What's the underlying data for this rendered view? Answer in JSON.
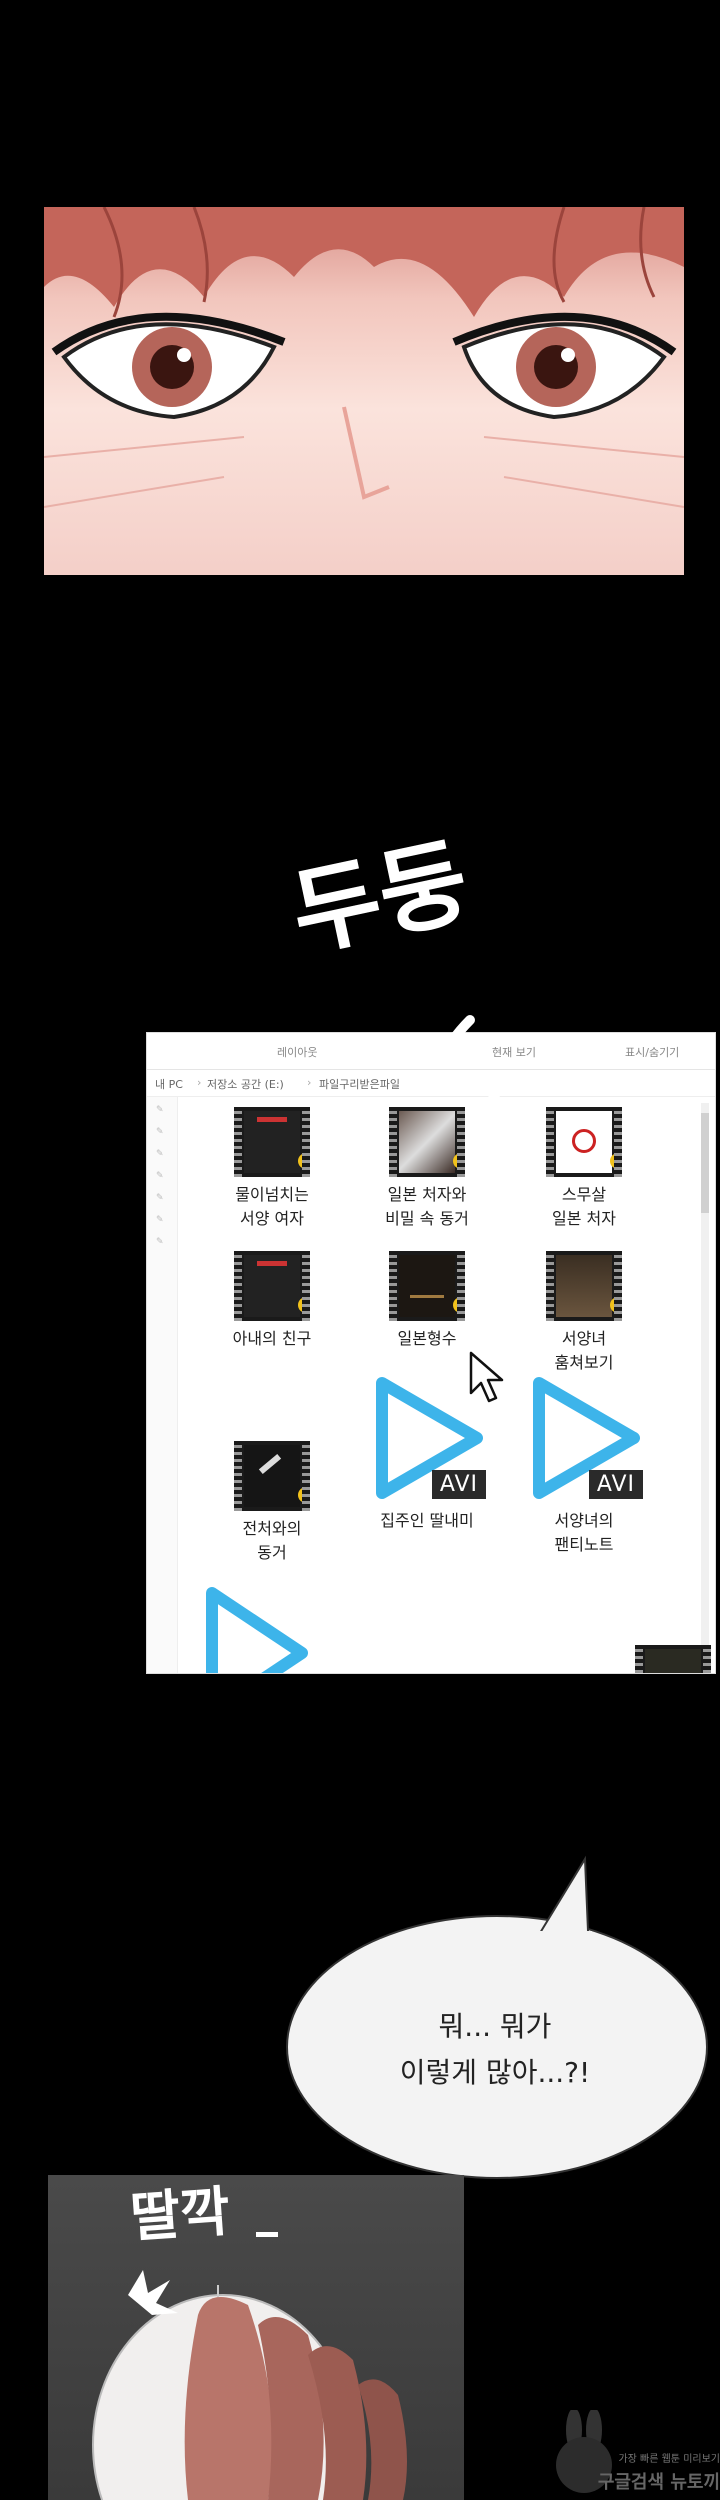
{
  "sfx": {
    "dudung": "두둥",
    "ttalkkak": "딸깍"
  },
  "explorer": {
    "top_tabs": [
      "레이아웃",
      "현재 보기",
      "표시/숨기기"
    ],
    "breadcrumb": [
      "내 PC",
      "저장소 공간 (E:)",
      "파일구리받은파일"
    ],
    "files": [
      {
        "name_lines": [
          "물이넘치는",
          "서양 여자"
        ],
        "kind": "video"
      },
      {
        "name_lines": [
          "일본 처자와",
          "비밀 속 동거"
        ],
        "kind": "video"
      },
      {
        "name_lines": [
          "스무살",
          "일본 처자"
        ],
        "kind": "video"
      },
      {
        "name_lines": [
          "아내의 친구"
        ],
        "kind": "video"
      },
      {
        "name_lines": [
          "일본형수"
        ],
        "kind": "video"
      },
      {
        "name_lines": [
          "서양녀",
          "훔쳐보기"
        ],
        "kind": "video"
      },
      {
        "name_lines": [
          "전처와의",
          "동거"
        ],
        "kind": "video"
      },
      {
        "name_lines": [
          "집주인 딸내미"
        ],
        "kind": "avi"
      },
      {
        "name_lines": [
          "서양녀의",
          "팬티노트"
        ],
        "kind": "avi"
      }
    ],
    "avi_label": "AVI",
    "colors": {
      "play_accent": "#f2c21b",
      "avi_blue": "#3db4ea"
    }
  },
  "bubble": {
    "line1": "뭐... 뭐가",
    "line2": "이렇게 많아...?!"
  },
  "watermark": {
    "line1": "가장 빠른 웹툰 미리보기",
    "line2": "구글검색 뉴토끼"
  }
}
